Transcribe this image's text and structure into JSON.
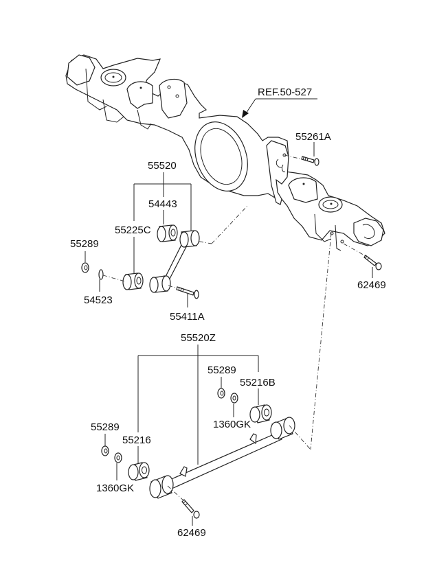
{
  "diagram": {
    "title": "Rear suspension lateral rod / lower arm exploded parts diagram",
    "reference_label": "REF.50-527",
    "labels": {
      "ref_axle": "REF.50-527",
      "bolt_upper_bracket": "55261A",
      "lateral_rod_assy": "55520",
      "bushing_rod_top": "54443",
      "bushing_rod_bottom": "55225C",
      "nut_upper": "55289",
      "washer_upper": "54523",
      "bolt_rod": "55411A",
      "bolt_axle_end": "62469",
      "lower_arm_assy": "55520Z",
      "nut_lower_right": "55289",
      "bushing_lower_right": "55216B",
      "washer_lower_right": "1360GK",
      "nut_lower_left": "55289",
      "bushing_lower_left": "55216",
      "washer_lower_left": "1360GK",
      "bolt_lower_arm": "62469"
    }
  }
}
